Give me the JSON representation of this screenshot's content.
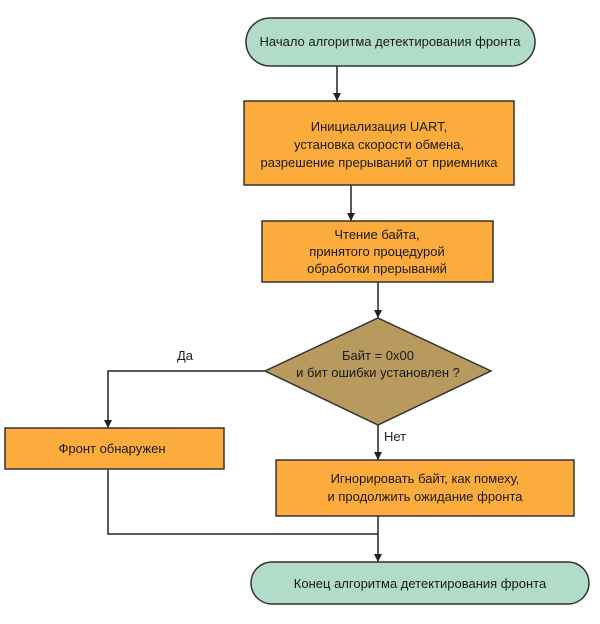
{
  "flowchart": {
    "start": {
      "label": "Начало алгоритма детектирования фронта"
    },
    "init": {
      "lines": [
        "Инициализация UART,",
        "установка скорости обмена,",
        "разрешение прерываний от приемника"
      ]
    },
    "read": {
      "lines": [
        "Чтение байта,",
        "принятого процедурой",
        "обработки прерываний"
      ]
    },
    "decision": {
      "lines": [
        "Байт = 0x00",
        "и бит ошибки установлен ?"
      ]
    },
    "yes_label": "Да",
    "no_label": "Нет",
    "front_found": {
      "label": "Фронт обнаружен"
    },
    "ignore": {
      "lines": [
        "Игнорировать байт, как помеху,",
        "и продолжить ожидание фронта"
      ]
    },
    "end": {
      "label": "Конец алгоритма детектирования фронта"
    }
  },
  "colors": {
    "terminal_fill": "#b0dcc9",
    "process_fill": "#fbac3c",
    "outline": "#333333",
    "line": "#222222"
  }
}
